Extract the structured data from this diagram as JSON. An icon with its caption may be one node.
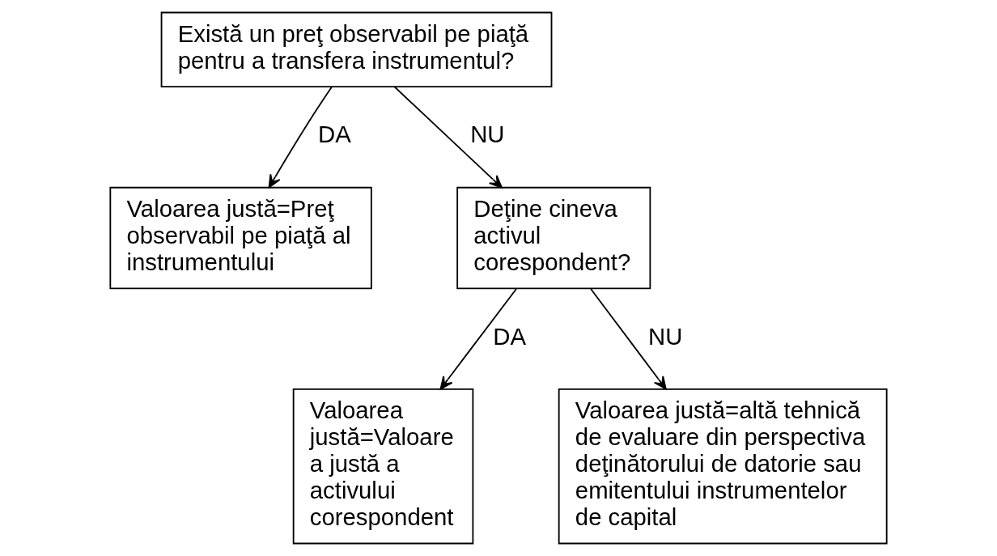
{
  "diagram": {
    "nodes": [
      {
        "text": [
          "Există un preţ observabil pe piaţă pentru a transfera instrumentul?"
        ]
      },
      {
        "text": [
          "Valoarea justă=Preţ observabil pe piaţă al instrumentului"
        ]
      },
      {
        "text": [
          "Deţine cineva activul corespondent?"
        ]
      },
      {
        "text": [
          "Valoarea justă=Valoare a justă a activului corespondent"
        ]
      },
      {
        "text": [
          "Valoarea justă=altă tehnică de evaluare din perspectiva deţinătorului de datorie sau emitentului instrumentelor de capital"
        ]
      }
    ],
    "edges": [
      {
        "from": 0,
        "to": 1,
        "arrow": "to",
        "label": "DA"
      },
      {
        "from": 0,
        "to": 2,
        "arrow": "to",
        "label": "NU"
      },
      {
        "from": 2,
        "to": 3,
        "arrow": "to",
        "label": "DA"
      },
      {
        "from": 2,
        "to": 4,
        "arrow": "to",
        "label": "NU"
      }
    ]
  }
}
